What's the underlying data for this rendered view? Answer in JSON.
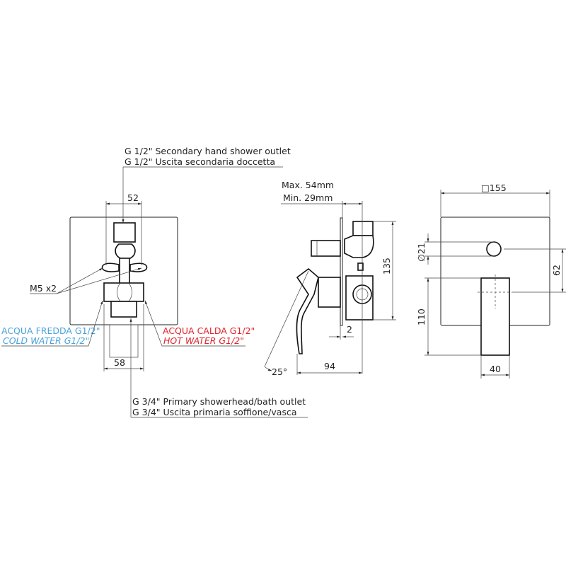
{
  "front_view": {
    "secondary_outlet": [
      "G 1/2\" Secondary hand shower outlet",
      "G 1/2\" Uscita secondaria doccetta"
    ],
    "primary_outlet": [
      "G 3/4\" Primary showerhead/bath outlet",
      "G 3/4\" Uscita primaria soffione/vasca"
    ],
    "screws": "M5 x2",
    "cold_water": [
      "ACQUA FREDDA G1/2\"",
      "COLD WATER G1/2\""
    ],
    "hot_water": [
      "ACQUA CALDA G1/2\"",
      "HOT WATER G1/2\""
    ],
    "dim_top": "52",
    "dim_bottom": "58"
  },
  "side_view": {
    "depth_max": "Max. 54mm",
    "depth_min": "Min. 29mm",
    "dim_height": "135",
    "dim_plate": "2",
    "dim_projection": "94",
    "angle": "25°"
  },
  "right_view": {
    "plate_size": "□155",
    "diameter": "∅21",
    "dim_center": "62",
    "dim_handle_height": "110",
    "dim_handle_width": "40"
  },
  "colors": {
    "cold": "#4aa3dc",
    "hot": "#e0262b"
  }
}
